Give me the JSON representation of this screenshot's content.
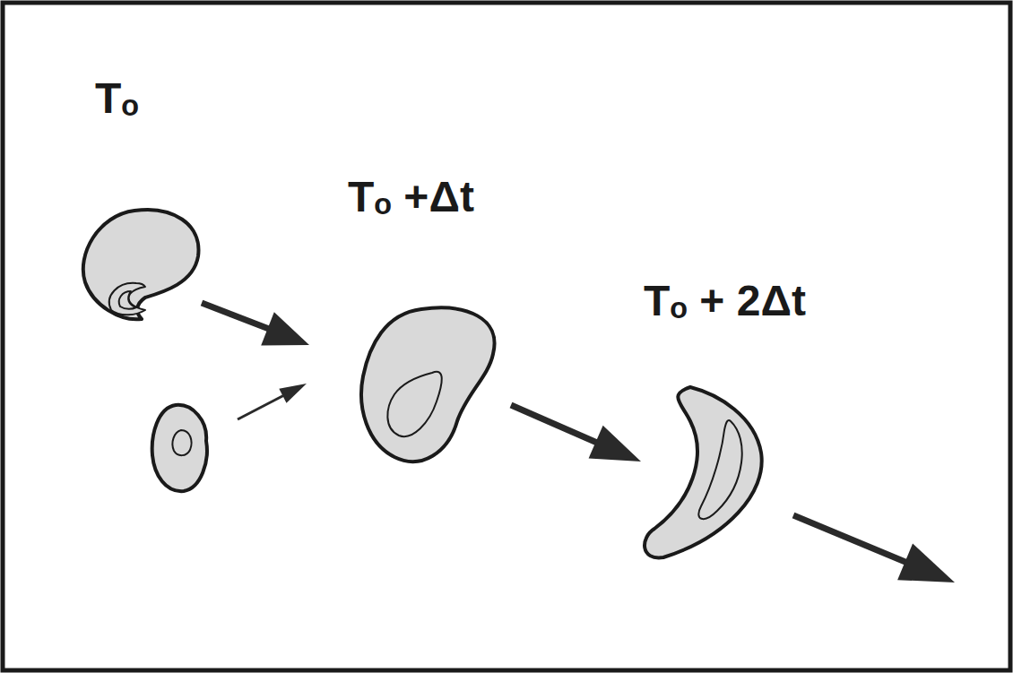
{
  "diagram": {
    "labels": [
      "Tₒ",
      "Tₒ +Δt",
      "Tₒ + 2Δt"
    ]
  }
}
